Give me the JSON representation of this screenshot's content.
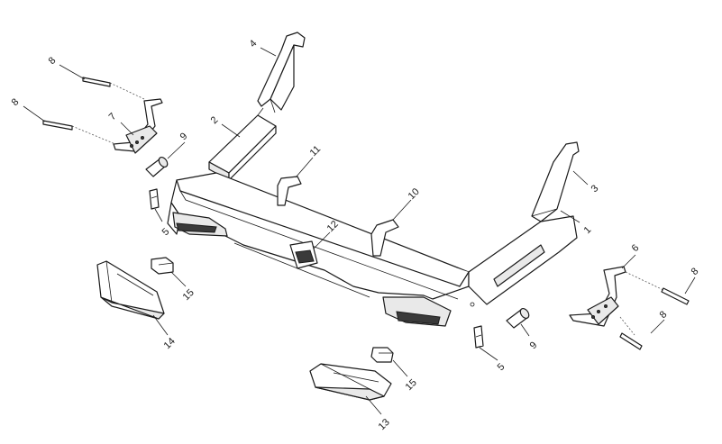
{
  "callouts": [
    {
      "id": "c1",
      "label": "1"
    },
    {
      "id": "c2",
      "label": "2"
    },
    {
      "id": "c3",
      "label": "3"
    },
    {
      "id": "c4",
      "label": "4"
    },
    {
      "id": "c5a",
      "label": "5"
    },
    {
      "id": "c5b",
      "label": "5"
    },
    {
      "id": "c6",
      "label": "6"
    },
    {
      "id": "c7",
      "label": "7"
    },
    {
      "id": "c8a",
      "label": "8"
    },
    {
      "id": "c8b",
      "label": "8"
    },
    {
      "id": "c8c",
      "label": "8"
    },
    {
      "id": "c8d",
      "label": "8"
    },
    {
      "id": "c9a",
      "label": "9"
    },
    {
      "id": "c9b",
      "label": "9"
    },
    {
      "id": "c10",
      "label": "10"
    },
    {
      "id": "c11",
      "label": "11"
    },
    {
      "id": "c12",
      "label": "12"
    },
    {
      "id": "c13",
      "label": "13"
    },
    {
      "id": "c14",
      "label": "14"
    },
    {
      "id": "c15a",
      "label": "15"
    },
    {
      "id": "c15b",
      "label": "15"
    }
  ]
}
